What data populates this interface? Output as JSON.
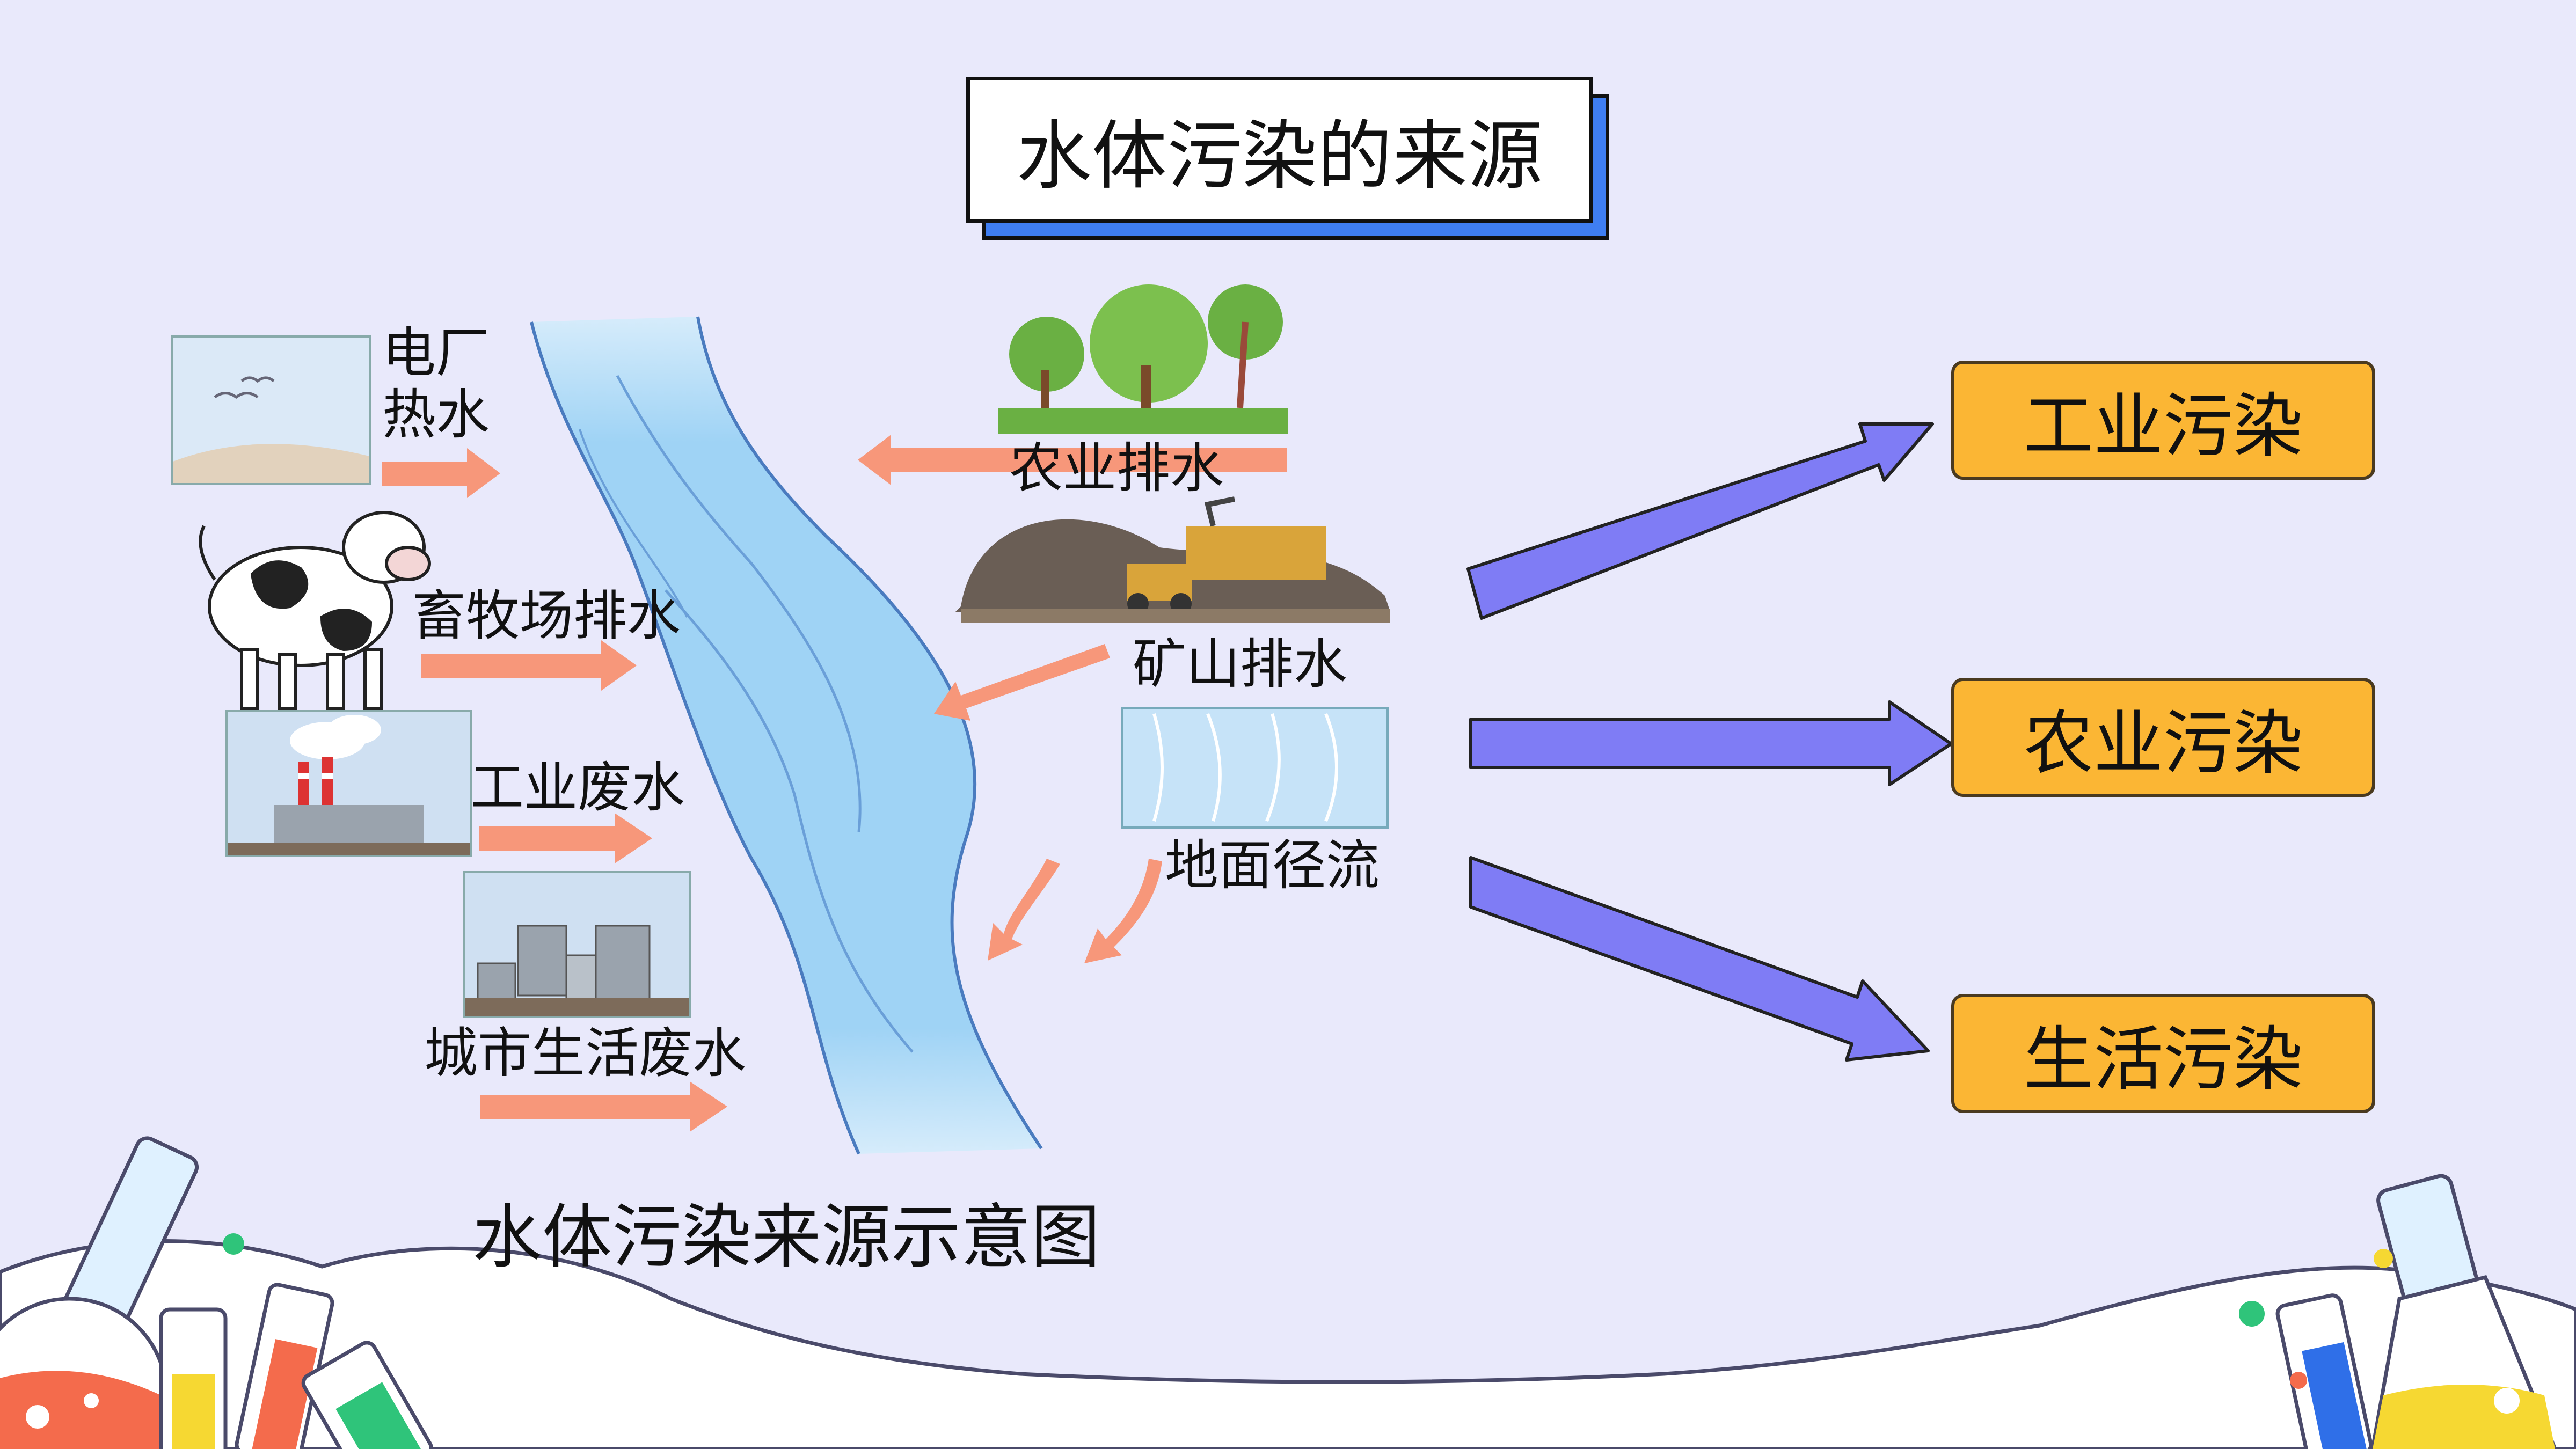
{
  "title": "水体污染的来源",
  "caption": "水体污染来源示意图",
  "sources": {
    "power_plant": "电厂\n热水",
    "livestock": "畜牧场排水",
    "industrial": "工业废水",
    "urban": "城市生活废水",
    "agricultural": "农业排水",
    "mine": "矿山排水",
    "runoff": "地面径流"
  },
  "categories": [
    "工业污染",
    "农业污染",
    "生活污染"
  ],
  "colors": {
    "background": "#e9e9fb",
    "river": "#9fd3f5",
    "small_arrow": "#f7977a",
    "big_arrow": "#7f7cf5",
    "category_fill": "#fbb634",
    "title_shadow": "#3f7ef2"
  }
}
